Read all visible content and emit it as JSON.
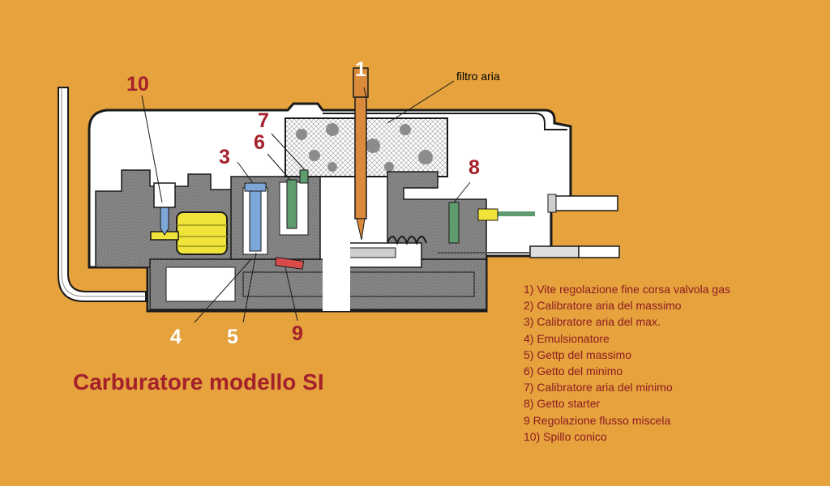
{
  "diagram": {
    "title": "Carburatore modello SI",
    "air_filter_label": "filtro aria",
    "callouts": [
      {
        "id": "1",
        "text": "1",
        "color": "white"
      },
      {
        "id": "2",
        "text": "10",
        "color": "red"
      },
      {
        "id": "3",
        "text": "3",
        "color": "red"
      },
      {
        "id": "4",
        "text": "6",
        "color": "red"
      },
      {
        "id": "5",
        "text": "7",
        "color": "red"
      },
      {
        "id": "6",
        "text": "8",
        "color": "red"
      },
      {
        "id": "7",
        "text": "4",
        "color": "white"
      },
      {
        "id": "8",
        "text": "5",
        "color": "white"
      },
      {
        "id": "9",
        "text": "9",
        "color": "red"
      }
    ],
    "legend": [
      "1) Vite regolazione fine corsa valvola gas",
      "2) Calibratore aria del massimo",
      "3) Calibratore aria del max.",
      "4) Emulsionatore",
      "5) Gettp del massimo",
      "6) Getto del minimo",
      "7) Calibratore aria del minimo",
      "8) Getto starter",
      "9 Regolazione flusso miscela",
      "10) Spillo conico"
    ],
    "colors": {
      "background": "#E5A23D",
      "body": "#FFFFFF",
      "section_gray": "#8C8C8C",
      "outline": "#1A1A1A",
      "float_yellow": "#F0E43A",
      "needle_orange": "#D98A3A",
      "jet_blue": "#7CA7D8",
      "jet_green": "#5E9B6E",
      "screw_red": "#D94A4A",
      "label_red": "#A4202A",
      "label_white": "#FFFFFF",
      "legend_text": "#8E1B22"
    }
  }
}
